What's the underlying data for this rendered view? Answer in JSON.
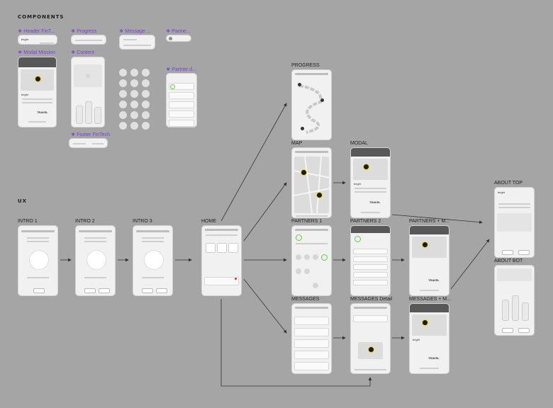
{
  "sections": {
    "components": "COMPONENTS",
    "ux": "UX"
  },
  "components": {
    "header": "Header FinT...",
    "progress": "Progress",
    "message": "Message ...",
    "partner": "Partne...",
    "modal_mission": "Modal Mission",
    "content": "Content",
    "partner_d": "Partner d...",
    "footer": "Footer FinTech"
  },
  "screens": {
    "progress": "PROGRESS",
    "map": "MAP",
    "modal": "MODAL",
    "intro1": "INTRO 1",
    "intro2": "INTRO 2",
    "intro3": "INTRO 3",
    "home": "HOME",
    "partners1": "PARTNERS 1",
    "partners2": "PARTNERS 2",
    "partners_m": "PARTNERS + M...",
    "messages": "MESSAGES",
    "messages_detail": "MESSAGES Detail",
    "messages_m": "MESSAGES + M...",
    "about_top": "ABOUT TOP",
    "about_bot": "ABOUT BOT"
  },
  "mock_text": {
    "brand": "bright",
    "travel": "TRAVEL"
  },
  "colors": {
    "background": "#a5a5a5",
    "accent": "#7b3fe0",
    "highlight": "#f2d200",
    "screen": "#f1f1f1",
    "partner_ring": "#5fcf3f"
  }
}
